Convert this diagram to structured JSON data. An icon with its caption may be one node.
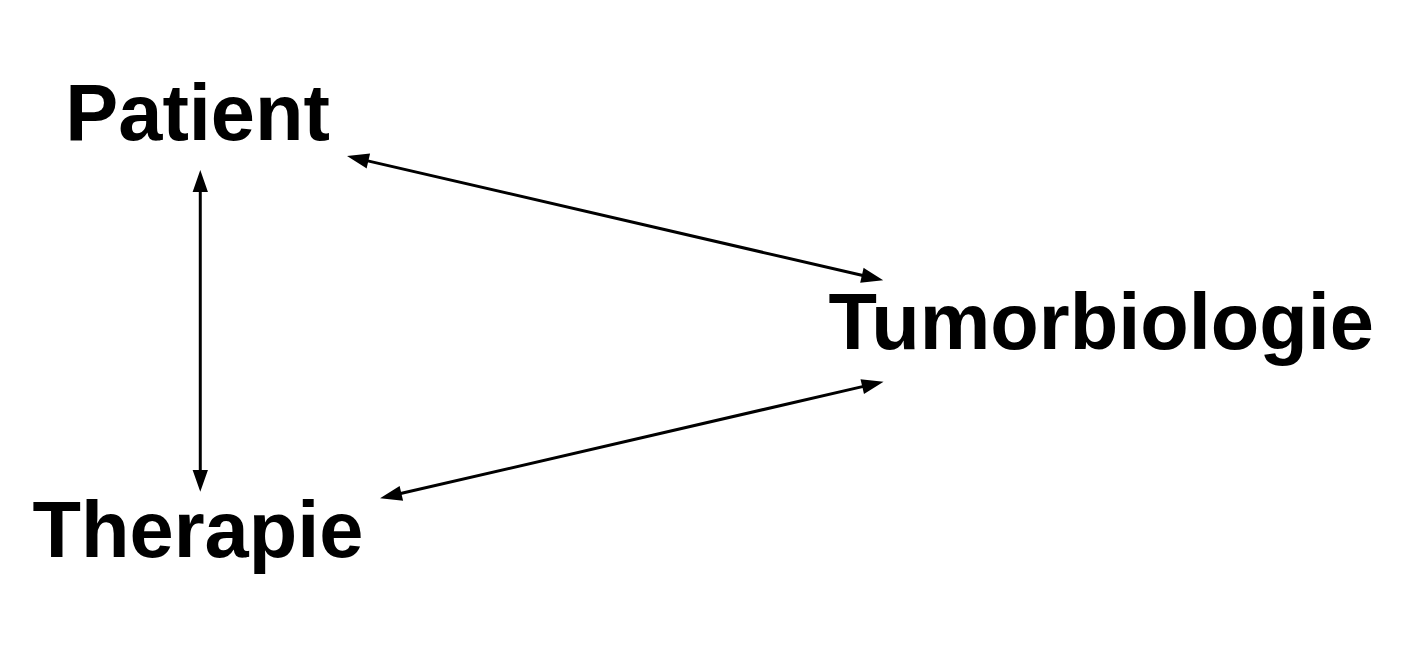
{
  "diagram": {
    "nodes": [
      {
        "text": [
          "Patient"
        ]
      },
      {
        "text": [
          "Tumorbiologie"
        ]
      },
      {
        "text": [
          "Therapie"
        ]
      }
    ],
    "edges": [
      {
        "from": 0,
        "to": 1,
        "arrow": "both"
      },
      {
        "from": 0,
        "to": 2,
        "arrow": "both"
      },
      {
        "from": 1,
        "to": 2,
        "arrow": "both"
      }
    ]
  }
}
